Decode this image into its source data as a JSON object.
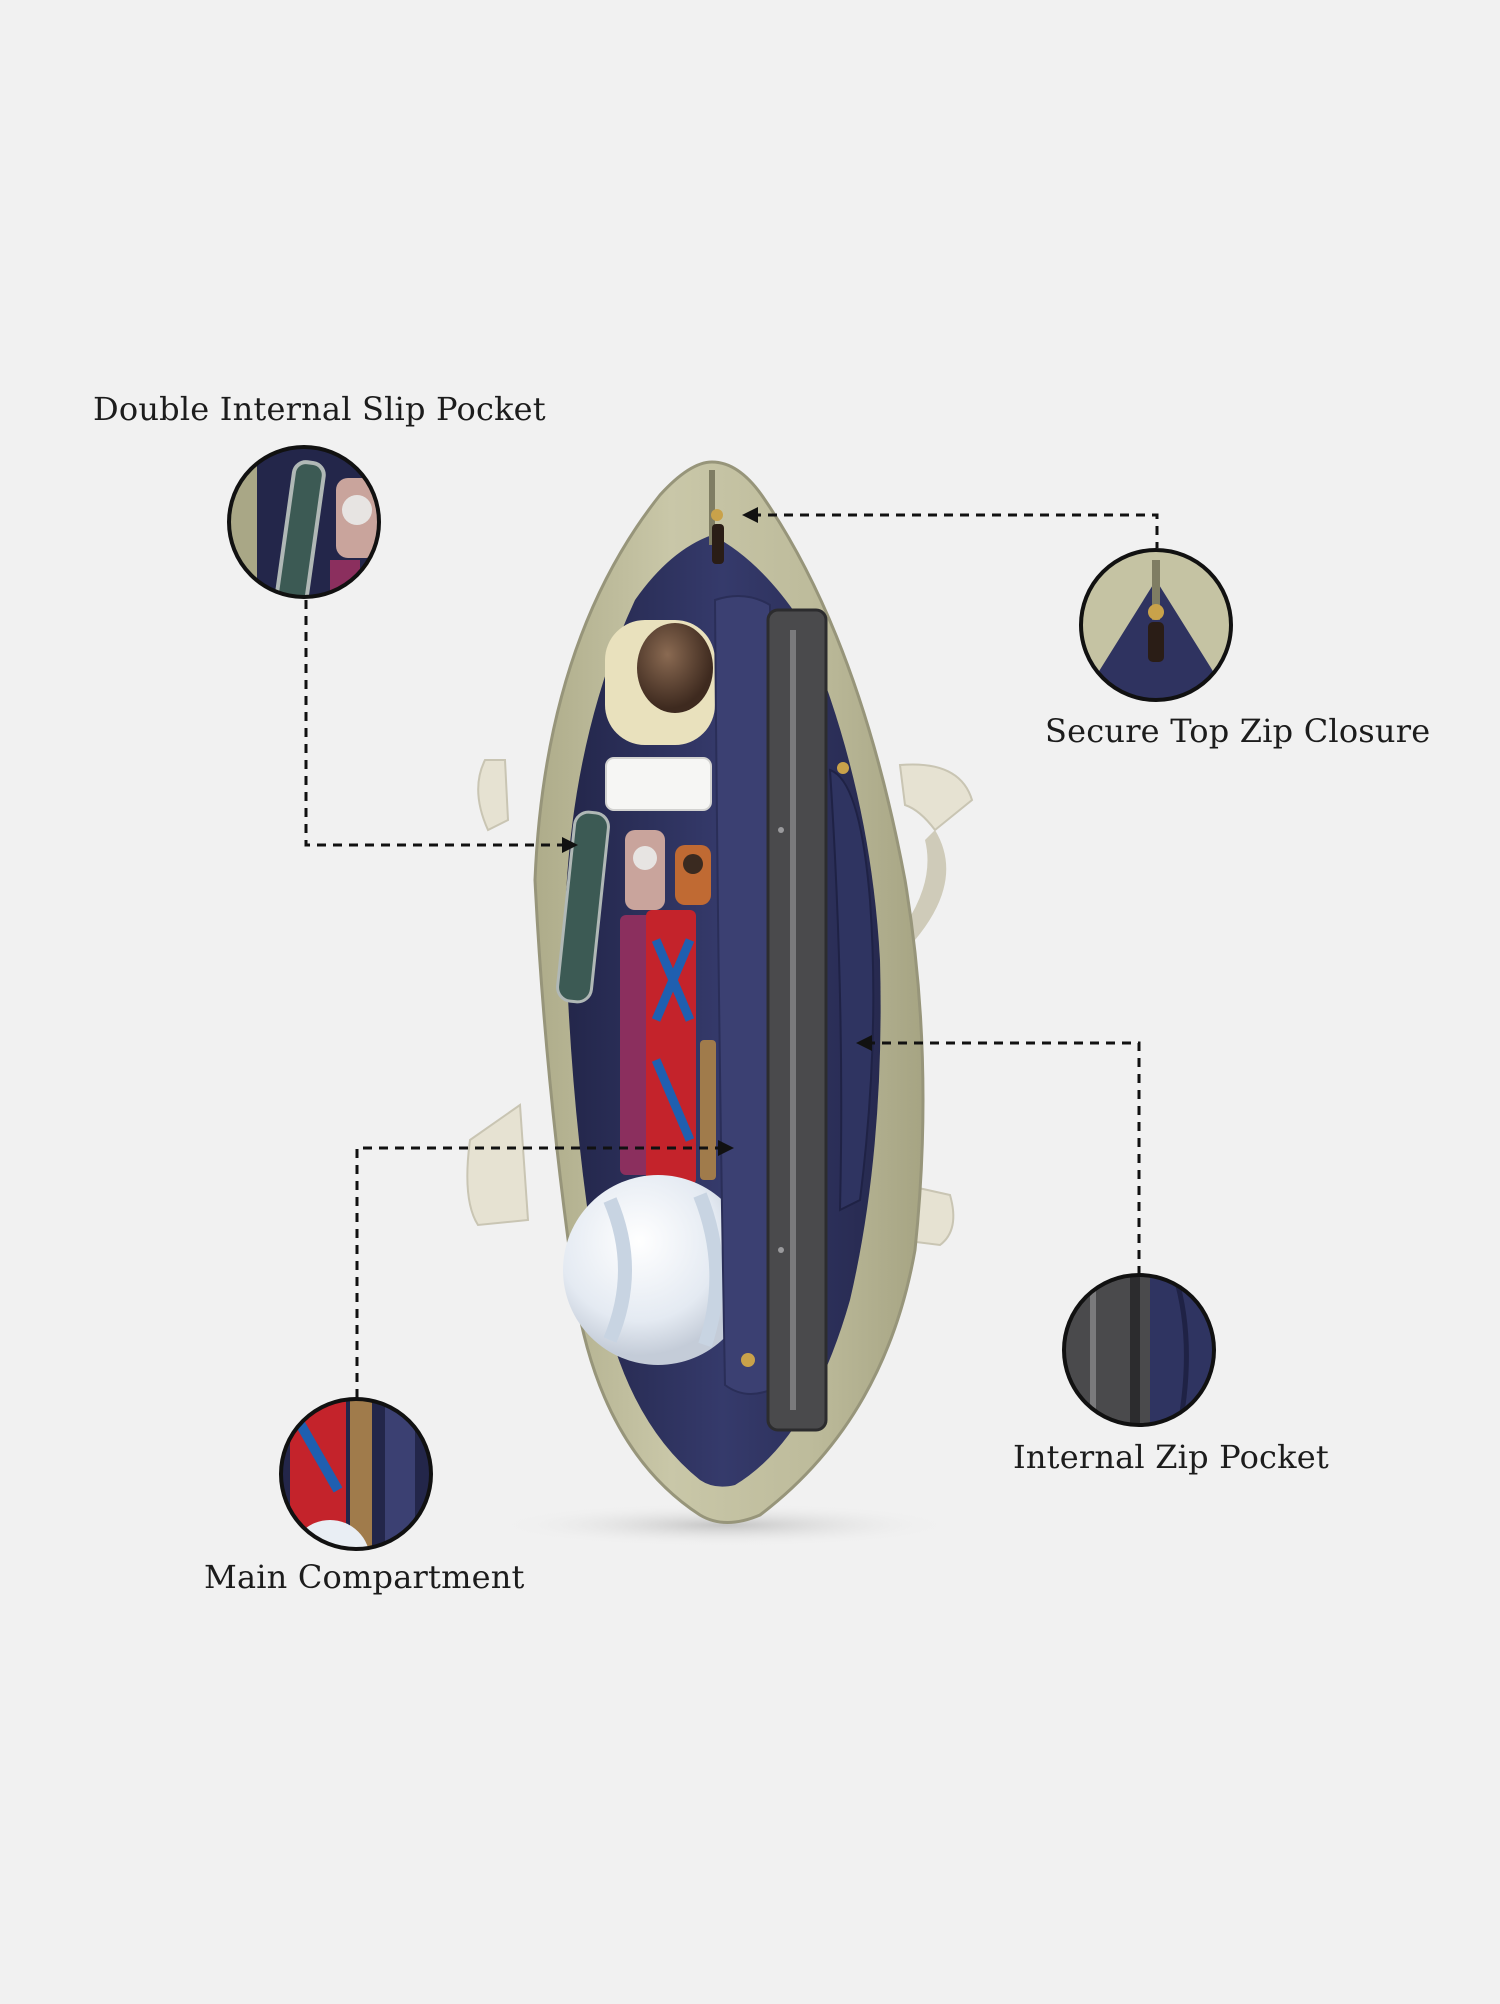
{
  "callouts": {
    "double_slip_pocket": "Double Internal Slip Pocket",
    "secure_top_zip": "Secure Top Zip Closure",
    "internal_zip_pocket": "Internal Zip Pocket",
    "main_compartment": "Main Compartment"
  },
  "colors": {
    "background": "#f1f1f1",
    "bag_exterior": "#bdbb9a",
    "bag_lining": "#2f3360",
    "handle": "#e6e2d2",
    "leader_line": "#111111"
  },
  "icons": {
    "zipper_pull": "zipper-pull-icon",
    "arrow_head": "arrow-head-icon"
  }
}
